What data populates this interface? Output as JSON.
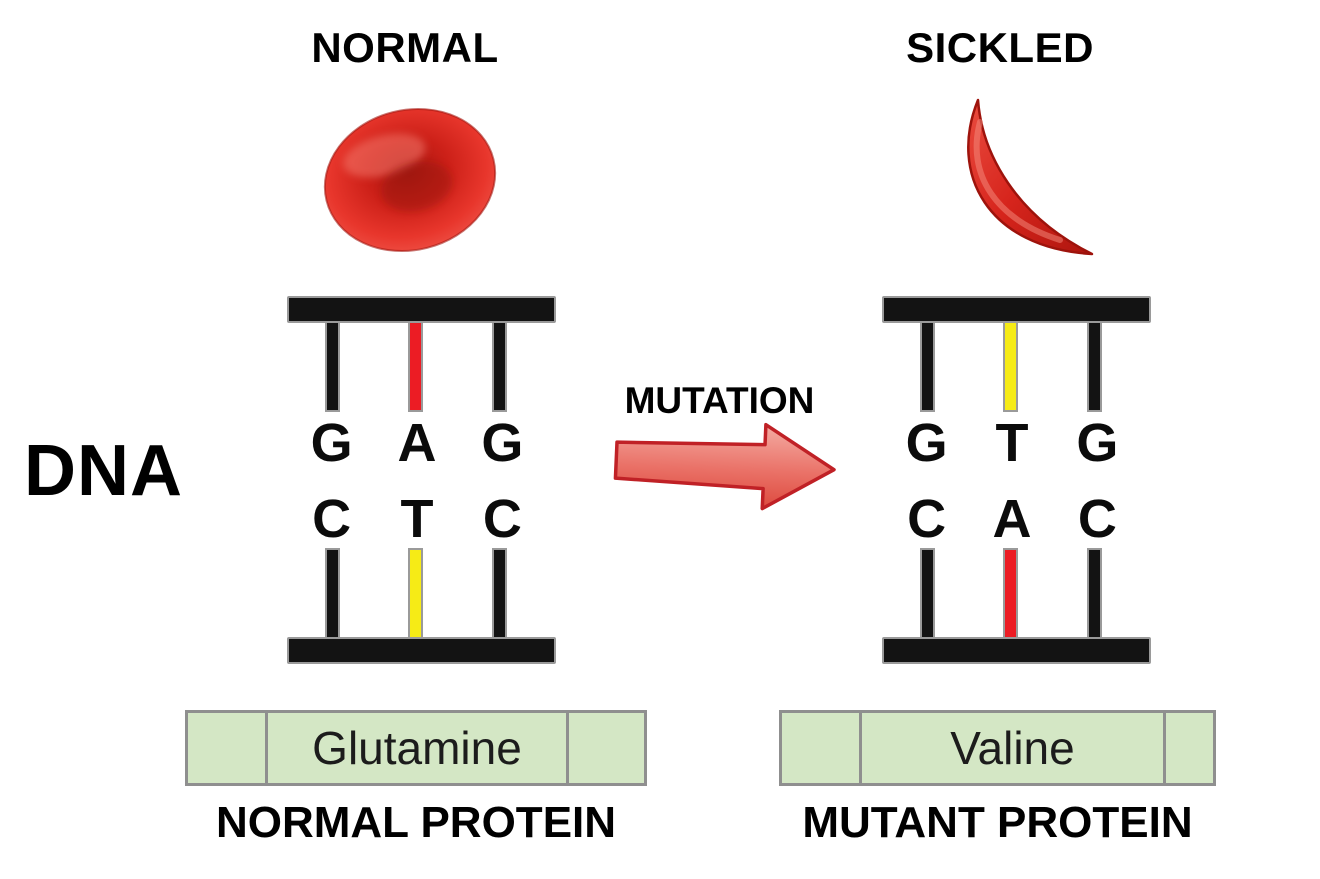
{
  "diagram": {
    "dna_label": "DNA",
    "mutation_label": "MUTATION",
    "left": {
      "cell_title": "NORMAL",
      "top_bases": [
        "G",
        "A",
        "G"
      ],
      "bottom_bases": [
        "C",
        "T",
        "C"
      ],
      "amino_acid": "Glutamine",
      "protein_caption": "NORMAL PROTEIN"
    },
    "right": {
      "cell_title": "SICKLED",
      "top_bases": [
        "G",
        "T",
        "G"
      ],
      "bottom_bases": [
        "C",
        "A",
        "C"
      ],
      "amino_acid": "Valine",
      "protein_caption": "MUTANT PROTEIN"
    },
    "colors": {
      "cell_red": "#d8261d",
      "rung_black": "#131313",
      "rung_red": "#ec1c24",
      "rung_yellow": "#f6eb16",
      "protein_green": "#d4e7c5",
      "protein_border": "#8f8f8f",
      "arrow_fill": "#ee8078",
      "arrow_outline": "#c02126"
    }
  }
}
